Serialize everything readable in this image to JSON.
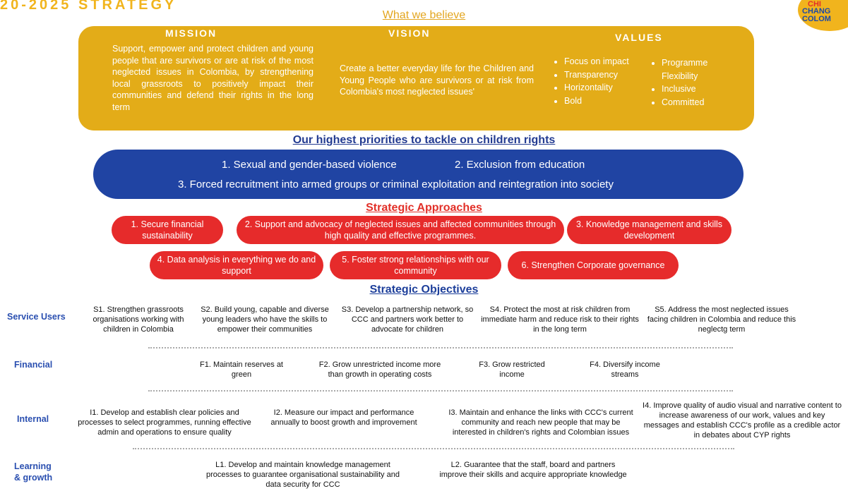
{
  "header": {
    "title": "20-2025 STRATEGY",
    "logo_lines": [
      "CHI",
      "CHANG",
      "COLOM"
    ]
  },
  "believe_title": "What we believe",
  "mission": {
    "heading": "MISSION",
    "text": "Support, empower and protect children and young people that are survivors or are at risk of the most neglected issues in Colombia, by strengthening local grassroots to positively impact their communities and defend their rights in the long term"
  },
  "vision": {
    "heading": "VISION",
    "text": "Create a better everyday life for the Children and Young People who are survivors or at risk from Colombia's most neglected issues'"
  },
  "values": {
    "heading": "VALUES",
    "col1": [
      "Focus on impact",
      "Transparency",
      "Horizontality",
      "Bold"
    ],
    "col2": [
      "Programme Flexibility",
      "Inclusive",
      "Committed"
    ]
  },
  "priorities": {
    "title": "Our highest priorities to tackle on children rights",
    "p1": "1. Sexual and gender-based violence",
    "p2": "2. Exclusion from education",
    "p3": "3. Forced recruitment into armed groups or criminal exploitation and reintegration into society"
  },
  "approaches": {
    "title": "Strategic Approaches",
    "items": [
      "1.  Secure financial sustainability",
      "2. Support and advocacy of neglected issues and affected communities through  high quality and effective programmes.",
      "3. Knowledge management and skills development",
      "4. Data analysis in everything we do and support",
      "5. Foster strong relationships with our community",
      "6. Strengthen Corporate governance"
    ]
  },
  "objectives": {
    "title": "Strategic Objectives",
    "service_label": "Service Users",
    "service": [
      "S1. Strengthen grassroots organisations working with children in Colombia",
      "S2. Build young, capable and diverse young leaders who have the skills to empower their communities",
      "S3. Develop a partnership network, so CCC and partners work better to advocate for children",
      "S4. Protect the most at risk children from immediate harm and reduce risk to their rights in the long term",
      "S5. Address the most neglected issues facing children in Colombia and reduce this neglectg term"
    ],
    "financial_label": "Financial",
    "financial": [
      "F1. Maintain reserves at green",
      "F2. Grow unrestricted income more than growth in operating costs",
      "F3. Grow restricted income",
      "F4. Diversify income streams"
    ],
    "internal_label": "Internal",
    "internal": [
      "I1. Develop and establish clear policies and processes to select programmes, running effective admin and operations to ensure quality",
      "I2. Measure our impact and performance annually to boost growth and improvement",
      "I3. Maintain and enhance the links with CCC's current community and reach new people that may be interested in children's rights and Colombian issues",
      "I4. Improve quality of audio visual and narrative content to increase awareness of our work, values and key messages and establish CCC's profile as a credible actor in debates about CYP rights"
    ],
    "learning_label": "Learning & growth",
    "learning": [
      "L1. Develop and maintain knowledge management processes to guarantee organisational sustainability and data security for CCC",
      "L2. Guarantee that the staff, board and partners improve their skills and acquire appropriate knowledge"
    ]
  }
}
